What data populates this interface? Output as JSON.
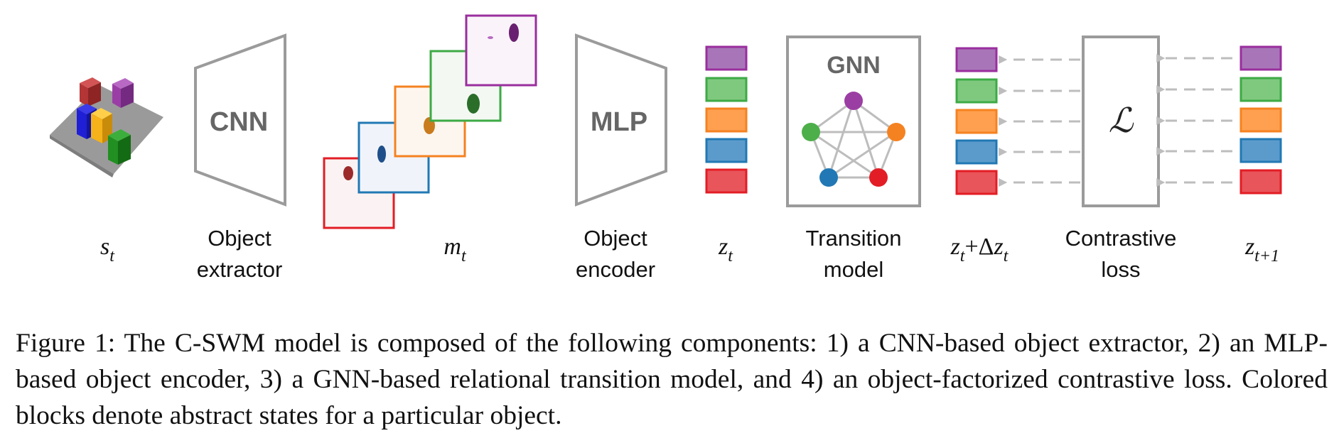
{
  "figure": {
    "labels": {
      "state": {
        "main": "s",
        "sub": "t"
      },
      "masks": {
        "main": "m",
        "sub": "t"
      },
      "latent": {
        "main": "z",
        "sub": "t"
      },
      "updated": {
        "main": "z",
        "sub": "t",
        "op": "+Δ",
        "main2": "z",
        "sub2": "t"
      },
      "next": {
        "main": "z",
        "sub": "t+1"
      }
    },
    "boxes": {
      "cnn": "CNN",
      "mlp": "MLP",
      "gnn": "GNN",
      "loss_symbol": "ℒ"
    },
    "component_names": {
      "extractor": [
        "Object",
        "extractor"
      ],
      "encoder": [
        "Object",
        "encoder"
      ],
      "transition": [
        "Transition",
        "model"
      ],
      "loss": [
        "Contrastive",
        "loss"
      ]
    },
    "object_colors": [
      "#a876b8",
      "#7fc97f",
      "#fea050",
      "#5b9bcb",
      "#e8555a"
    ],
    "object_borders": [
      "#9a2e9e",
      "#3daa45",
      "#f58220",
      "#2178b4",
      "#e31d25"
    ],
    "gnn_node_colors": {
      "top": "#9b3ea3",
      "left": "#4daf4a",
      "right": "#f58220",
      "bottom_left": "#2178b4",
      "bottom_right": "#e31d25"
    }
  },
  "caption": "Figure 1: The C-SWM model is composed of the following components: 1) a CNN-based object extractor, 2) an MLP-based object encoder, 3) a GNN-based relational transition model, and 4) an object-factorized contrastive loss. Colored blocks denote abstract states for a particular object."
}
